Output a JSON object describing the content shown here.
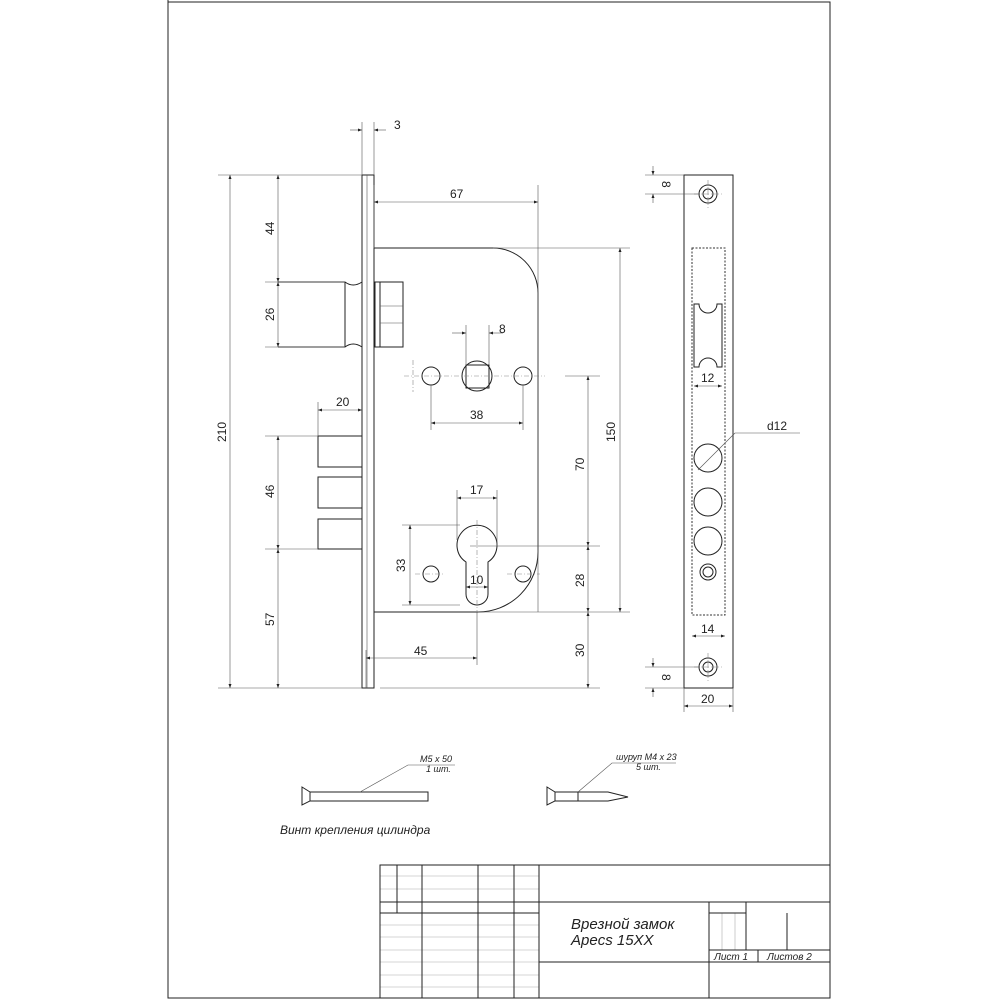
{
  "drawing": {
    "dims_left": {
      "d3": "3",
      "d67": "67",
      "d8": "8",
      "d38": "38",
      "d20": "20",
      "d210": "210",
      "d44": "44",
      "d26": "26",
      "d46": "46",
      "d57": "57",
      "d150": "150",
      "d70": "70",
      "d28": "28",
      "d30": "30",
      "d17": "17",
      "d33": "33",
      "d10": "10",
      "d45": "45"
    },
    "dims_strike": {
      "top8": "8",
      "d12w": "12",
      "d12": "d12",
      "d14": "14",
      "bottom8": "8",
      "d20": "20"
    },
    "screw1": {
      "spec": "M5 x 50",
      "qty": "1 шт.",
      "caption": "Винт крепления цилиндра"
    },
    "screw2": {
      "spec": "шуруп M4 x 23",
      "qty": "5 шт."
    }
  },
  "title_block": {
    "title_line1": "Врезной замок",
    "title_line2": "Apecs 15XX",
    "sheet": "Лист 1",
    "sheets": "Листов 2"
  }
}
